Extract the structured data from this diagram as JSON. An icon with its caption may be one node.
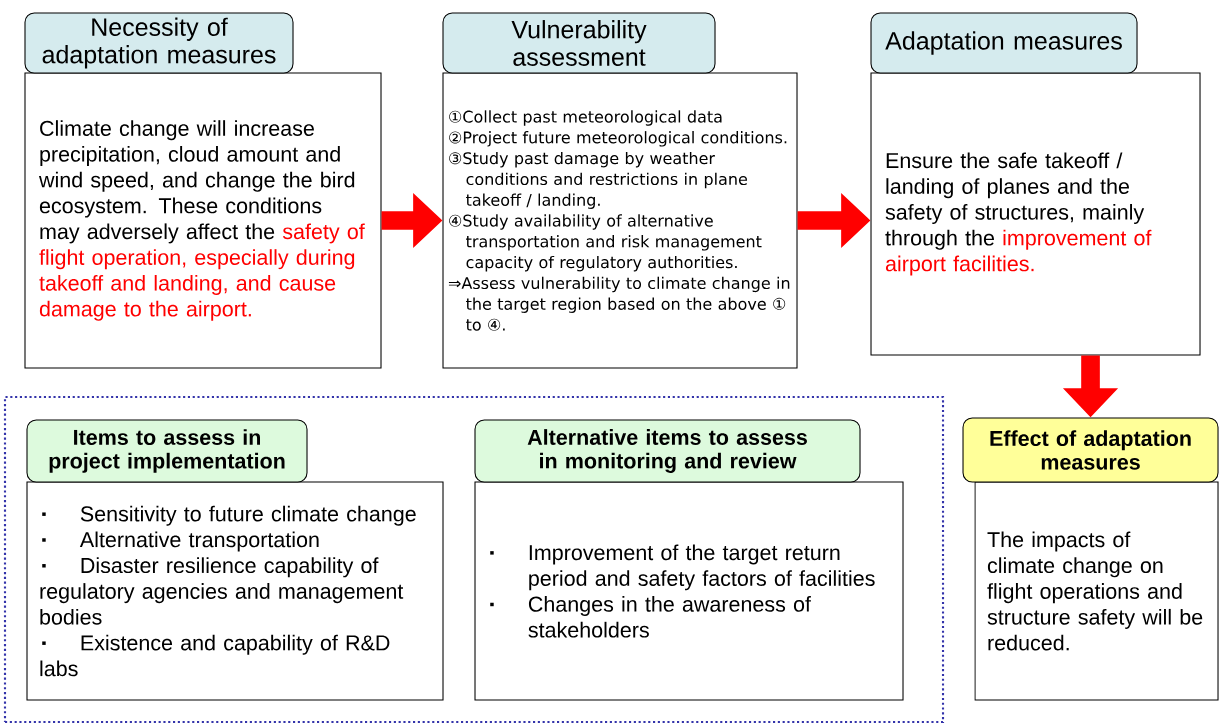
{
  "diagram": {
    "nodes": [
      {
        "text": [
          "Necessity of adaptation measures",
          "Climate change will increase precipitation, cloud amount and wind speed, and change the bird ecosystem. These conditions may adversely affect the",
          "safety of flight operation, especially during takeoff and landing, and cause damage to the airport."
        ]
      },
      {
        "text": [
          "Vulnerability assessment",
          "①Collect past meteorological data",
          "②Project future meteorological conditions.",
          "③Study past damage by weather conditions and restrictions in plane takeoff / landing.",
          "④Study availability of alternative transportation and risk management capacity of regulatory authorities.",
          "⇒Assess vulnerability to climate change in the target region based on the above ① to ④."
        ]
      },
      {
        "text": [
          "Adaptation measures",
          "Ensure the safe takeoff / landing of planes and the safety of structures, mainly through the",
          "improvement of airport facilities."
        ]
      },
      {
        "text": [],
        "shape": "box"
      },
      {
        "text": [
          "Items to assess in project implementation",
          "Sensitivity to future climate change",
          "Alternative transportation",
          "Disaster resilience capability of regulatory agencies and management bodies",
          "Existence and capability of R&D labs"
        ],
        "in": 3
      },
      {
        "text": [
          "Alternative items to assess in monitoring and review",
          "Improvement of the target return period and safety factors of facilities",
          "Changes in the awareness of stakeholders"
        ],
        "in": 3
      },
      {
        "text": [
          "Effect of adaptation measures",
          "The impacts of climate change on flight operations and structure safety will be reduced."
        ]
      }
    ],
    "edges": [
      {
        "from": 0,
        "to": 1,
        "arrow": "to"
      },
      {
        "from": 1,
        "to": 2,
        "arrow": "to"
      },
      {
        "from": 2,
        "to": 6,
        "arrow": "to"
      }
    ]
  }
}
